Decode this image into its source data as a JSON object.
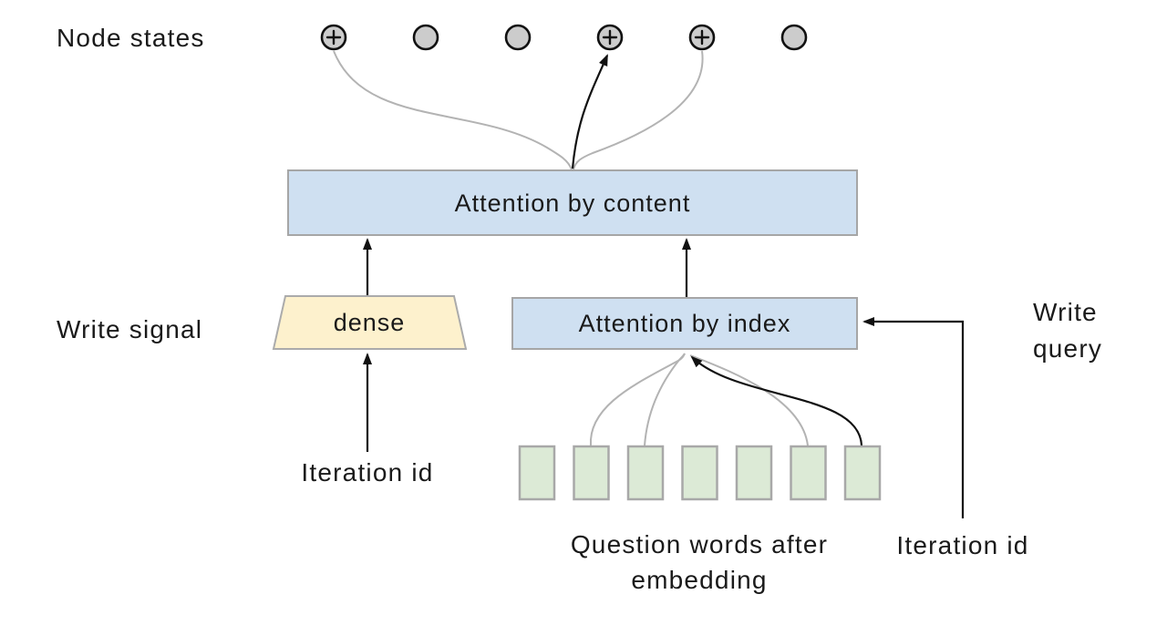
{
  "diagram": {
    "type": "architecture-diagram",
    "labels": {
      "node_states": "Node states",
      "write_signal": "Write signal",
      "write_query": {
        "lines": [
          "Write",
          "query"
        ]
      },
      "iteration_id_left": "Iteration id",
      "iteration_id_right": "Iteration id",
      "question_words": {
        "lines": [
          "Question words after",
          "embedding"
        ]
      }
    },
    "blocks": {
      "attention_by_content": "Attention by content",
      "attention_by_index": "Attention by index",
      "dense": "dense"
    },
    "node_states": {
      "count": 6,
      "types": [
        "plus",
        "plain",
        "plain",
        "plus",
        "plus",
        "plain"
      ]
    },
    "question_tokens": {
      "count": 7
    },
    "colors": {
      "attention_box_fill": "#cfe0f1",
      "dense_fill": "#fdf1cd",
      "token_fill": "#dcead6",
      "node_fill": "#cccccc",
      "border_gray": "#a6a6a6",
      "edge_gray": "#b3b3b3",
      "edge_black": "#111111",
      "text": "#1a1a1a",
      "background": "#ffffff"
    }
  }
}
